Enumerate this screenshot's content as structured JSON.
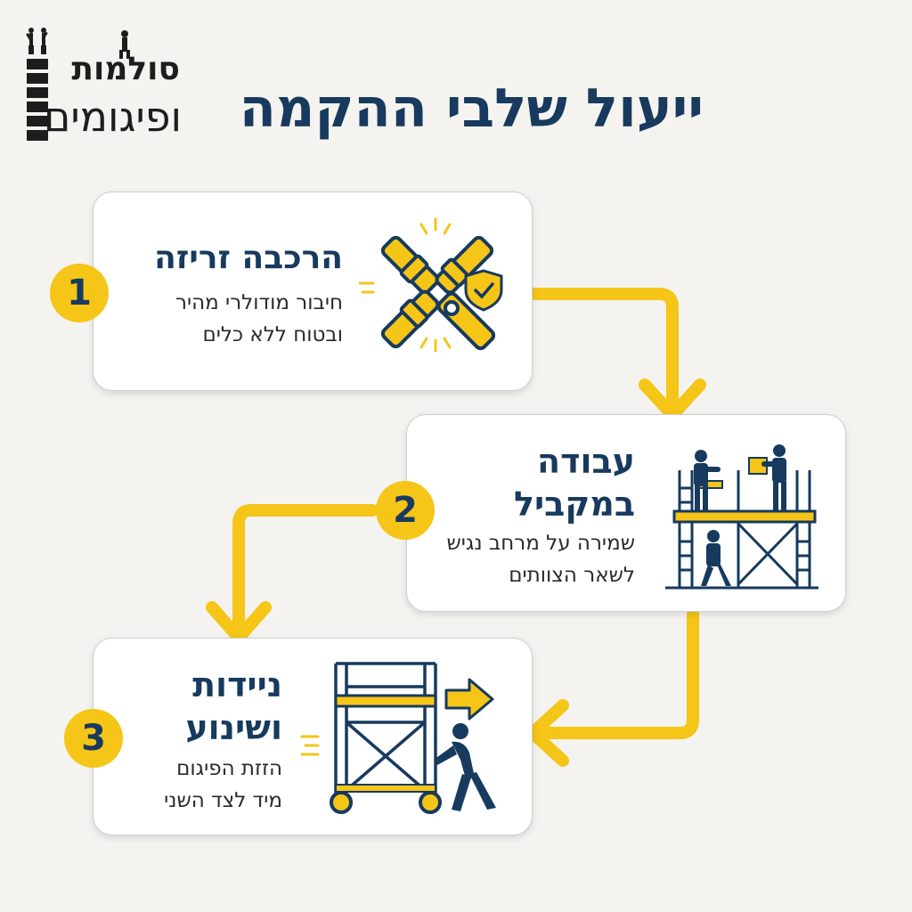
{
  "brand": {
    "line1": "סולמות",
    "line2": "ופיגומים"
  },
  "page": {
    "title": "ייעול שלבי ההקמה"
  },
  "steps": [
    {
      "number": "1",
      "title_lines": [
        "הרכבה זריזה"
      ],
      "desc_lines": [
        "חיבור מודולרי מהיר",
        "ובטוח ללא כלים"
      ]
    },
    {
      "number": "2",
      "title_lines": [
        "עבודה",
        "במקביל"
      ],
      "desc_lines": [
        "שמירה על מרחב נגיש",
        "לשאר הצוותים"
      ]
    },
    {
      "number": "3",
      "title_lines": [
        "ניידות",
        "ושינוע"
      ],
      "desc_lines": [
        "הזזת הפיגום",
        "מיד לצד השני"
      ]
    }
  ],
  "icons": {
    "step1": "tool-free-connectors-icon",
    "step2": "workers-on-scaffold-icon",
    "step3": "mobile-scaffold-push-icon",
    "shield": "shield-check-icon"
  },
  "colors": {
    "accent": "#f5c518",
    "navy": "#173a5e",
    "background": "#f4f3ef"
  }
}
